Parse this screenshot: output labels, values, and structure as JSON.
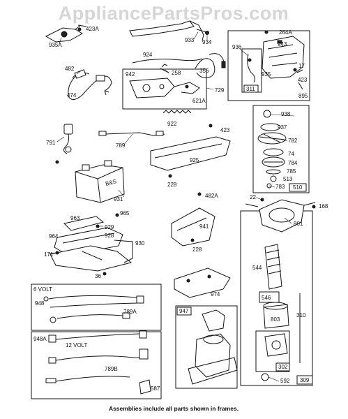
{
  "watermark": "AppliancePartsPros.com",
  "footer": "Assemblies include all parts shown in frames.",
  "frame_labels": {
    "f895": "895",
    "f942": "942",
    "f311": "311",
    "f510": "510",
    "f546": "546",
    "f947": "947",
    "f309": "309",
    "f302": "302"
  },
  "harness_labels": {
    "six_volt": "6 VOLT",
    "twelve_volt": "12 VOLT"
  },
  "callouts": {
    "c423a": "423A",
    "c935a": "935A",
    "c933": "933",
    "c934": "934",
    "c264a": "264A",
    "c936": "936",
    "c943": "943",
    "c935": "935",
    "c423_top": "423",
    "c17": "17",
    "c924": "924",
    "c482": "482",
    "c474": "474",
    "c258": "258",
    "c356": "356",
    "c729": "729",
    "c621a": "621A",
    "c922": "922",
    "c938": "938",
    "c937": "937",
    "c782": "782",
    "c74": "74",
    "c784": "784",
    "c785": "785",
    "c513": "513",
    "c783": "783",
    "c791": "791",
    "c789": "789",
    "c423_mid": "423",
    "c925": "925",
    "c228_a": "228",
    "c931": "931",
    "c963": "963",
    "c965": "965",
    "c929": "929",
    "c964": "964",
    "c928": "928",
    "c930": "930",
    "c171": "171",
    "c36": "36",
    "c482a": "482A",
    "c941": "941",
    "c228_b": "228",
    "c22": "22",
    "c168": "168",
    "c801": "801",
    "c544": "544",
    "c974": "974",
    "c948": "948",
    "c789a": "789A",
    "c948a": "948A",
    "c789b": "789B",
    "c587": "587",
    "c310": "310",
    "c803": "803",
    "c592": "592"
  }
}
